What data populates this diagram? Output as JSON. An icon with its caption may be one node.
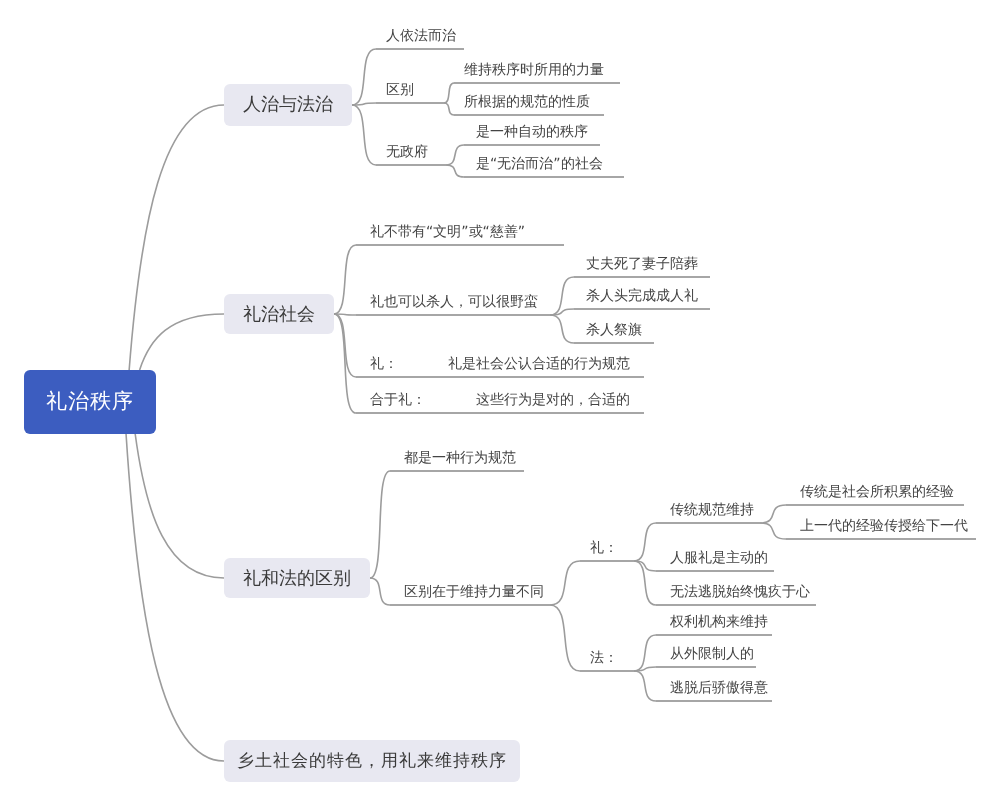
{
  "diagram": {
    "nodes": [
      {
        "text": [
          "礼治秩序"
        ]
      },
      {
        "text": [
          "人治与法治"
        ]
      },
      {
        "text": [
          "人依法而治"
        ]
      },
      {
        "text": [
          "区别"
        ]
      },
      {
        "text": [
          "维持秩序时所用的力量"
        ]
      },
      {
        "text": [
          "所根据的规范的性质"
        ]
      },
      {
        "text": [
          "无政府"
        ]
      },
      {
        "text": [
          "是一种自动的秩序"
        ]
      },
      {
        "text": [
          "是“无治而治”的社会"
        ]
      },
      {
        "text": [
          "礼治社会"
        ]
      },
      {
        "text": [
          "礼不带有“文明”或“慈善”"
        ]
      },
      {
        "text": [
          "礼也可以杀人，可以很野蛮"
        ]
      },
      {
        "text": [
          "丈夫死了妻子陪葬"
        ]
      },
      {
        "text": [
          "杀人头完成成人礼"
        ]
      },
      {
        "text": [
          "杀人祭旗"
        ]
      },
      {
        "text": [
          "礼：",
          "礼是社会公认合适的行为规范"
        ]
      },
      {
        "text": [
          "合于礼：",
          "这些行为是对的，合适的"
        ]
      },
      {
        "text": [
          "礼和法的区别"
        ]
      },
      {
        "text": [
          "都是一种行为规范"
        ]
      },
      {
        "text": [
          "区别在于维持力量不同"
        ]
      },
      {
        "text": [
          "礼："
        ]
      },
      {
        "text": [
          "传统规范维持"
        ]
      },
      {
        "text": [
          "传统是社会所积累的经验"
        ]
      },
      {
        "text": [
          "上一代的经验传授给下一代"
        ]
      },
      {
        "text": [
          "人服礼是主动的"
        ]
      },
      {
        "text": [
          "无法逃脱始终愧疚于心"
        ]
      },
      {
        "text": [
          "法："
        ]
      },
      {
        "text": [
          "权利机构来维持"
        ]
      },
      {
        "text": [
          "从外限制人的"
        ]
      },
      {
        "text": [
          "逃脱后骄傲得意"
        ]
      },
      {
        "text": [
          "乡土社会的特色，用礼来维持秩序"
        ]
      }
    ],
    "edges": [
      {
        "from": 0,
        "to": 1,
        "arrow": "none"
      },
      {
        "from": 0,
        "to": 9,
        "arrow": "none"
      },
      {
        "from": 0,
        "to": 17,
        "arrow": "none"
      },
      {
        "from": 0,
        "to": 30,
        "arrow": "none"
      },
      {
        "from": 1,
        "to": 2,
        "arrow": "none"
      },
      {
        "from": 1,
        "to": 3,
        "arrow": "none"
      },
      {
        "from": 1,
        "to": 6,
        "arrow": "none"
      },
      {
        "from": 3,
        "to": 4,
        "arrow": "none"
      },
      {
        "from": 3,
        "to": 5,
        "arrow": "none"
      },
      {
        "from": 6,
        "to": 7,
        "arrow": "none"
      },
      {
        "from": 6,
        "to": 8,
        "arrow": "none"
      },
      {
        "from": 9,
        "to": 10,
        "arrow": "none"
      },
      {
        "from": 9,
        "to": 11,
        "arrow": "none"
      },
      {
        "from": 9,
        "to": 15,
        "arrow": "none"
      },
      {
        "from": 9,
        "to": 16,
        "arrow": "none"
      },
      {
        "from": 11,
        "to": 12,
        "arrow": "none"
      },
      {
        "from": 11,
        "to": 13,
        "arrow": "none"
      },
      {
        "from": 11,
        "to": 14,
        "arrow": "none"
      },
      {
        "from": 17,
        "to": 18,
        "arrow": "none"
      },
      {
        "from": 17,
        "to": 19,
        "arrow": "none"
      },
      {
        "from": 19,
        "to": 20,
        "arrow": "none"
      },
      {
        "from": 19,
        "to": 26,
        "arrow": "none"
      },
      {
        "from": 20,
        "to": 21,
        "arrow": "none"
      },
      {
        "from": 20,
        "to": 24,
        "arrow": "none"
      },
      {
        "from": 20,
        "to": 25,
        "arrow": "none"
      },
      {
        "from": 21,
        "to": 22,
        "arrow": "none"
      },
      {
        "from": 21,
        "to": 23,
        "arrow": "none"
      },
      {
        "from": 26,
        "to": 27,
        "arrow": "none"
      },
      {
        "from": 26,
        "to": 28,
        "arrow": "none"
      },
      {
        "from": 26,
        "to": 29,
        "arrow": "none"
      }
    ]
  }
}
